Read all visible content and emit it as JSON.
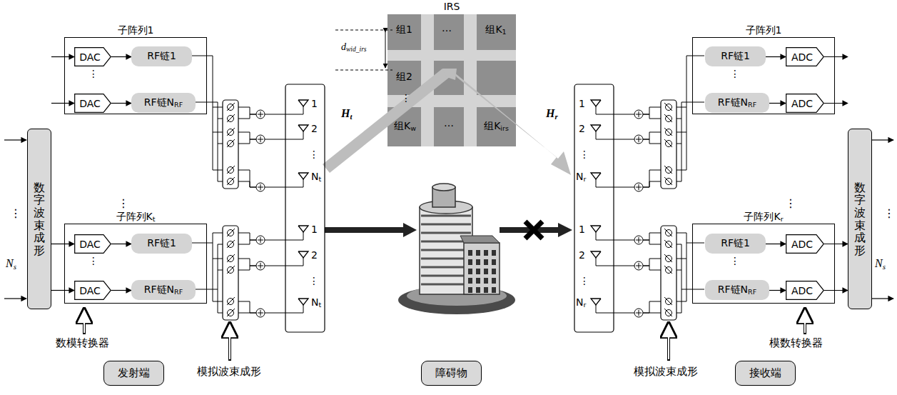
{
  "diagram": {
    "nodes": [
      {
        "text": [
          "数字波束成形"
        ]
      },
      {
        "text": [
          "子阵列1"
        ]
      },
      {
        "text": [
          "DAC"
        ],
        "in": 1
      },
      {
        "text": [
          "RF链1"
        ],
        "in": 1
      },
      {
        "text": [
          "DAC"
        ],
        "in": 1
      },
      {
        "text": [
          "RF链NRF"
        ],
        "in": 1
      },
      {
        "text": [
          "子阵列Kt"
        ]
      },
      {
        "text": [
          "DAC"
        ],
        "in": 6
      },
      {
        "text": [
          "RF链1"
        ],
        "in": 6
      },
      {
        "text": [
          "DAC"
        ],
        "in": 6
      },
      {
        "text": [
          "RF链NRF"
        ],
        "in": 6
      },
      {
        "text": [
          "IRS"
        ]
      },
      {
        "text": [
          "组1"
        ],
        "in": 11
      },
      {
        "text": [
          "组K1"
        ],
        "in": 11
      },
      {
        "text": [
          "组2"
        ],
        "in": 11
      },
      {
        "text": [
          "组Kw"
        ],
        "in": 11
      },
      {
        "text": [
          "组Kirs"
        ],
        "in": 11
      },
      {
        "text": [
          "子阵列1"
        ]
      },
      {
        "text": [
          "RF链1"
        ],
        "in": 17
      },
      {
        "text": [
          "ADC"
        ],
        "in": 17
      },
      {
        "text": [
          "RF链NRF"
        ],
        "in": 17
      },
      {
        "text": [
          "ADC"
        ],
        "in": 17
      },
      {
        "text": [
          "子阵列Kr"
        ]
      },
      {
        "text": [
          "RF链1"
        ],
        "in": 22
      },
      {
        "text": [
          "ADC"
        ],
        "in": 22
      },
      {
        "text": [
          "RF链NRF"
        ],
        "in": 22
      },
      {
        "text": [
          "ADC"
        ],
        "in": 22
      },
      {
        "text": [
          "数字波束成形"
        ]
      },
      {
        "text": [
          "发射端"
        ]
      },
      {
        "text": [
          "障碍物"
        ]
      },
      {
        "text": [
          "接收端"
        ]
      }
    ],
    "edges": [
      {
        "from": 0,
        "to": 2,
        "arrow": "to"
      },
      {
        "from": 0,
        "to": 4,
        "arrow": "to"
      },
      {
        "from": 0,
        "to": 7,
        "arrow": "to"
      },
      {
        "from": 0,
        "to": 9,
        "arrow": "to"
      },
      {
        "from": 2,
        "to": 3,
        "arrow": "to"
      },
      {
        "from": 4,
        "to": 5,
        "arrow": "to"
      },
      {
        "from": 7,
        "to": 8,
        "arrow": "to"
      },
      {
        "from": 9,
        "to": 10,
        "arrow": "to"
      },
      {
        "from": 18,
        "to": 19,
        "arrow": "to"
      },
      {
        "from": 20,
        "to": 21,
        "arrow": "to"
      },
      {
        "from": 23,
        "to": 24,
        "arrow": "to"
      },
      {
        "from": 25,
        "to": 26,
        "arrow": "to"
      },
      {
        "from": 19,
        "to": 27,
        "arrow": "to"
      },
      {
        "from": 21,
        "to": 27,
        "arrow": "to"
      },
      {
        "from": 24,
        "to": 27,
        "arrow": "to"
      },
      {
        "from": 26,
        "to": 27,
        "arrow": "to"
      }
    ],
    "labels": [
      "⋮",
      "Ns",
      "⋮",
      "⋮",
      "⋮",
      "数模转换器",
      "1",
      "2",
      "⋮",
      "Nt",
      "1",
      "2",
      "⋮",
      "Nt",
      "模拟波束成形",
      "Ht",
      "dwid_irs",
      "…",
      "⋮",
      "…",
      "Hr",
      "1",
      "2",
      "⋮",
      "Nr",
      "1",
      "2",
      "⋮",
      "Nr",
      "⋮",
      "⋮",
      "⋮",
      "模拟波束成形",
      "模数转换器",
      "⋮",
      "Ns"
    ]
  }
}
